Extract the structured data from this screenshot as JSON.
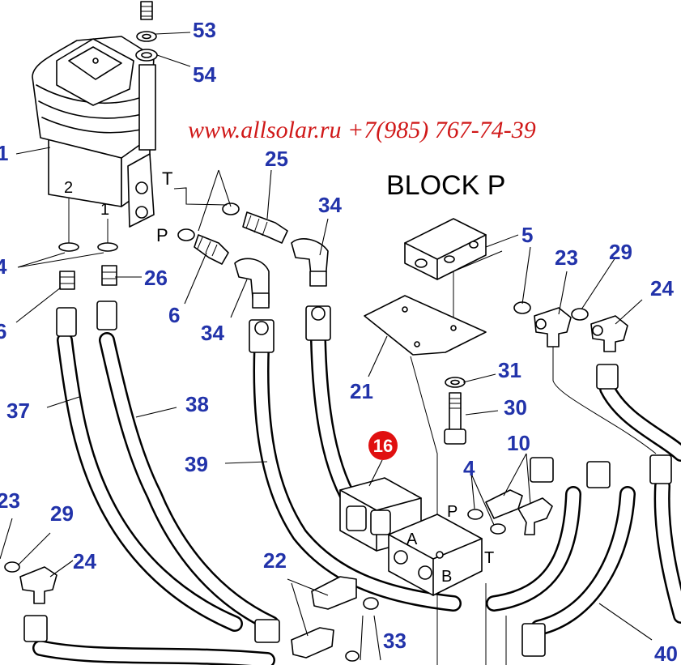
{
  "watermark": "www.allsolar.ru +7(985) 767-74-39",
  "block_title": "BLOCK P",
  "port_labels": {
    "T_top": "T",
    "P_top": "P",
    "num_2": "2",
    "num_1": "1",
    "A": "A",
    "B": "B",
    "P_lower": "P",
    "T_lower": "T"
  },
  "highlight_badge": {
    "label": "16",
    "color": "#e01010"
  },
  "callout_color": "#2233aa",
  "callouts": {
    "c53": "53",
    "c54": "54",
    "c1": "1",
    "c25": "25",
    "c34a": "34",
    "c4a": "4",
    "c26": "26",
    "c6a": "6",
    "c6b": "6",
    "c34b": "34",
    "c5": "5",
    "c23a": "23",
    "c29a": "29",
    "c24a": "24",
    "c21": "21",
    "c31": "31",
    "c30": "30",
    "c37": "37",
    "c38": "38",
    "c39": "39",
    "c4b": "4",
    "c10": "10",
    "c23b": "23",
    "c29b": "29",
    "c24b": "24",
    "c22": "22",
    "c33": "33",
    "c40": "40"
  }
}
